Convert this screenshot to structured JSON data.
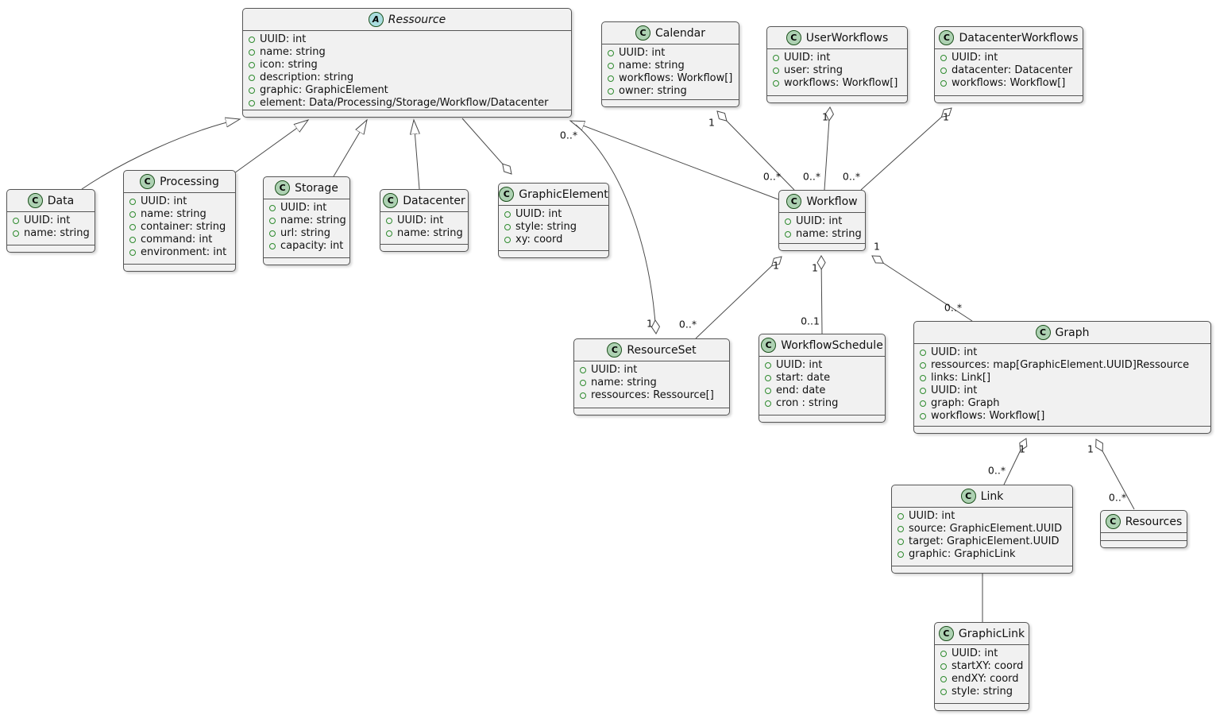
{
  "diagram": {
    "type": "uml-class-diagram",
    "colors": {
      "box_fill": "#F1F1F1",
      "box_border": "#555555",
      "line": "#4a4a4a",
      "class_icon_fill": "#ADD1B2",
      "abstract_icon_fill": "#A9DCDF",
      "icon_border": "#1b4f1b",
      "attribute_dot": "#2e8b2e",
      "text": "#111111"
    },
    "classes": [
      {
        "id": "ressource",
        "icon": "A",
        "abstract": true,
        "name": "Ressource",
        "attributes": [
          "UUID: int",
          "name: string",
          "icon: string",
          "description: string",
          "graphic: GraphicElement",
          "element: Data/Processing/Storage/Workflow/Datacenter"
        ]
      },
      {
        "id": "calendar",
        "icon": "C",
        "abstract": false,
        "name": "Calendar",
        "attributes": [
          "UUID: int",
          "name: string",
          "workflows: Workflow[]",
          "owner: string"
        ]
      },
      {
        "id": "user-workflows",
        "icon": "C",
        "abstract": false,
        "name": "UserWorkflows",
        "attributes": [
          "UUID: int",
          "user: string",
          "workflows: Workflow[]"
        ]
      },
      {
        "id": "datacenter-workflows",
        "icon": "C",
        "abstract": false,
        "name": "DatacenterWorkflows",
        "attributes": [
          "UUID: int",
          "datacenter: Datacenter",
          "workflows: Workflow[]"
        ]
      },
      {
        "id": "data",
        "icon": "C",
        "abstract": false,
        "name": "Data",
        "attributes": [
          "UUID: int",
          "name: string"
        ]
      },
      {
        "id": "processing",
        "icon": "C",
        "abstract": false,
        "name": "Processing",
        "attributes": [
          "UUID: int",
          "name: string",
          "container: string",
          "command: int",
          "environment: int"
        ]
      },
      {
        "id": "storage",
        "icon": "C",
        "abstract": false,
        "name": "Storage",
        "attributes": [
          "UUID: int",
          "name: string",
          "url: string",
          "capacity: int"
        ]
      },
      {
        "id": "datacenter",
        "icon": "C",
        "abstract": false,
        "name": "Datacenter",
        "attributes": [
          "UUID: int",
          "name: string"
        ]
      },
      {
        "id": "graphic-element",
        "icon": "C",
        "abstract": false,
        "name": "GraphicElement",
        "attributes": [
          "UUID: int",
          "style: string",
          "xy: coord"
        ]
      },
      {
        "id": "workflow",
        "icon": "C",
        "abstract": false,
        "name": "Workflow",
        "attributes": [
          "UUID: int",
          "name: string"
        ]
      },
      {
        "id": "resource-set",
        "icon": "C",
        "abstract": false,
        "name": "ResourceSet",
        "attributes": [
          "UUID: int",
          "name: string",
          "ressources: Ressource[]"
        ]
      },
      {
        "id": "workflow-schedule",
        "icon": "C",
        "abstract": false,
        "name": "WorkflowSchedule",
        "attributes": [
          "UUID: int",
          "start: date",
          "end: date",
          "cron : string"
        ]
      },
      {
        "id": "graph",
        "icon": "C",
        "abstract": false,
        "name": "Graph",
        "attributes": [
          "UUID: int",
          "ressources: map[GraphicElement.UUID]Ressource",
          "links: Link[]",
          "UUID: int",
          "graph: Graph",
          "workflows: Workflow[]"
        ]
      },
      {
        "id": "link",
        "icon": "C",
        "abstract": false,
        "name": "Link",
        "attributes": [
          "UUID: int",
          "source: GraphicElement.UUID",
          "target: GraphicElement.UUID",
          "graphic: GraphicLink"
        ]
      },
      {
        "id": "resources",
        "icon": "C",
        "abstract": false,
        "name": "Resources",
        "attributes": []
      },
      {
        "id": "graphic-link",
        "icon": "C",
        "abstract": false,
        "name": "GraphicLink",
        "attributes": [
          "UUID: int",
          "startXY: coord",
          "endXY: coord",
          "style: string"
        ]
      }
    ],
    "relations": [
      {
        "id": "data-ressource",
        "type": "extends",
        "from": "Data",
        "to": "Ressource",
        "end1_label": "",
        "end2_label": ""
      },
      {
        "id": "processing-ressource",
        "type": "extends",
        "from": "Processing",
        "to": "Ressource",
        "end1_label": "",
        "end2_label": ""
      },
      {
        "id": "storage-ressource",
        "type": "extends",
        "from": "Storage",
        "to": "Ressource",
        "end1_label": "",
        "end2_label": ""
      },
      {
        "id": "datacenter-ressource",
        "type": "extends",
        "from": "Datacenter",
        "to": "Ressource",
        "end1_label": "",
        "end2_label": ""
      },
      {
        "id": "workflow-ressource",
        "type": "extends",
        "from": "Workflow",
        "to": "Ressource",
        "end1_label": "",
        "end2_label": ""
      },
      {
        "id": "ressource-graphicelement",
        "type": "aggregation",
        "from": "Ressource",
        "to": "GraphicElement",
        "end1_label": "",
        "end2_label": ""
      },
      {
        "id": "resourceset-ressource",
        "type": "aggregation",
        "from": "ResourceSet",
        "to": "Ressource",
        "end1_label": "1",
        "end2_label": "0..*"
      },
      {
        "id": "calendar-workflow",
        "type": "aggregation",
        "from": "Calendar",
        "to": "Workflow",
        "end1_label": "1",
        "end2_label": "0..*"
      },
      {
        "id": "userworkflows-workflow",
        "type": "aggregation",
        "from": "UserWorkflows",
        "to": "Workflow",
        "end1_label": "1",
        "end2_label": "0..*"
      },
      {
        "id": "datacenterworkflows-workflow",
        "type": "aggregation",
        "from": "DatacenterWorkflows",
        "to": "Workflow",
        "end1_label": "1",
        "end2_label": "0..*"
      },
      {
        "id": "workflow-resourceset",
        "type": "aggregation",
        "from": "Workflow",
        "to": "ResourceSet",
        "end1_label": "1",
        "end2_label": "0..*"
      },
      {
        "id": "workflow-workflowschedule",
        "type": "aggregation",
        "from": "Workflow",
        "to": "WorkflowSchedule",
        "end1_label": "1",
        "end2_label": "0..1"
      },
      {
        "id": "workflow-graph",
        "type": "aggregation",
        "from": "Workflow",
        "to": "Graph",
        "end1_label": "1",
        "end2_label": "0..*"
      },
      {
        "id": "graph-link",
        "type": "aggregation",
        "from": "Graph",
        "to": "Link",
        "end1_label": "1",
        "end2_label": "0..*"
      },
      {
        "id": "graph-resources",
        "type": "aggregation",
        "from": "Graph",
        "to": "Resources",
        "end1_label": "1",
        "end2_label": "0..*"
      },
      {
        "id": "link-graphiclink",
        "type": "association",
        "from": "Link",
        "to": "GraphicLink",
        "end1_label": "",
        "end2_label": ""
      }
    ]
  }
}
